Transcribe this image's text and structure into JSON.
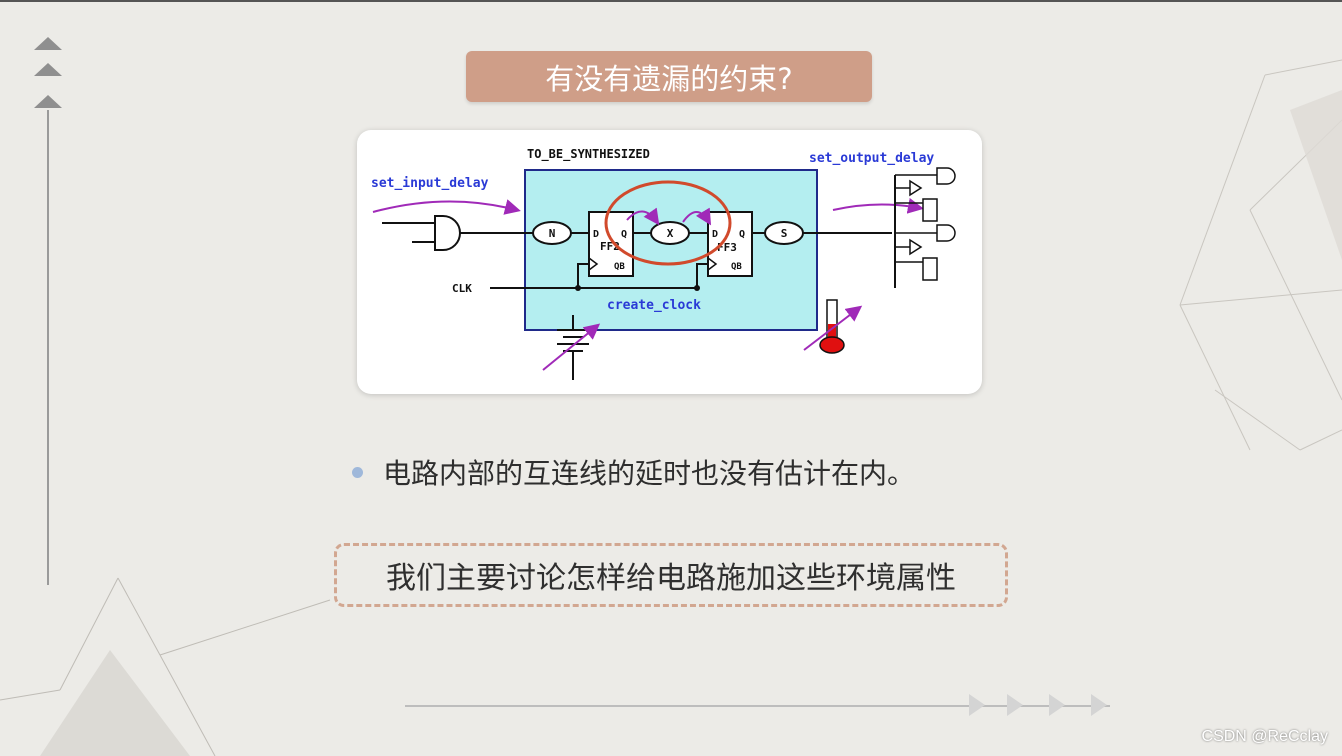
{
  "slide": {
    "title": "有没有遗漏的约束?",
    "bullet": "电路内部的互连线的延时也没有估计在内。",
    "footer_box": "我们主要讨论怎样给电路施加这些环境属性",
    "watermark": "CSDN @ReCclay"
  },
  "diagram": {
    "block_title": "TO_BE_SYNTHESIZED",
    "set_input_delay": "set_input_delay",
    "set_output_delay": "set_output_delay",
    "create_clock": "create_clock",
    "clk": "CLK",
    "node_n": "N",
    "node_x": "X",
    "node_s": "S",
    "ff2": "FF2",
    "ff3": "FF3",
    "pin_d": "D",
    "pin_q": "Q",
    "pin_qb": "QB"
  },
  "colors": {
    "title_bg": "#cf9e88",
    "block_fill": "#b4eef0",
    "label_blue": "#2a3ad6",
    "highlight_circle": "#d14a2c",
    "arrow_magenta": "#a02ab8",
    "bullet_dot": "#9fb8da",
    "dashed_border": "#d2a791"
  },
  "icons": {
    "left_rail": "triangle-up-icons",
    "bottom_rail": "triangle-right-icons",
    "thermometer": "thermometer-icon",
    "battery": "battery-icon"
  }
}
